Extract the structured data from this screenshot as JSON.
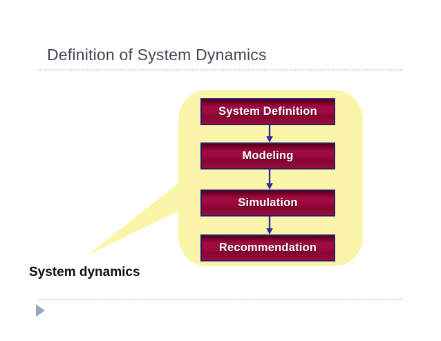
{
  "slide": {
    "title": "Definition of System Dynamics",
    "background_color": "#ffffff",
    "title_color": "#3f4654",
    "divider_color": "#c7d3e3",
    "bullet_icon": "play-triangle-icon",
    "bullet_color": "#93a7c4"
  },
  "callout": {
    "name": "speech-bubble",
    "fill_color": "#faf5a8",
    "tail_direction": "lower-left"
  },
  "flow": {
    "box_border_color": "#2c1a6b",
    "box_fill_color": "#9d0a41",
    "box_text_color": "#ffffff",
    "arrow_color": "#2c2a9e",
    "steps": [
      {
        "label": "System Definition"
      },
      {
        "label": "Modeling"
      },
      {
        "label": "Simulation"
      },
      {
        "label": "Recommendation"
      }
    ]
  },
  "caption": {
    "text": "System dynamics",
    "color": "#0d0d0d"
  }
}
